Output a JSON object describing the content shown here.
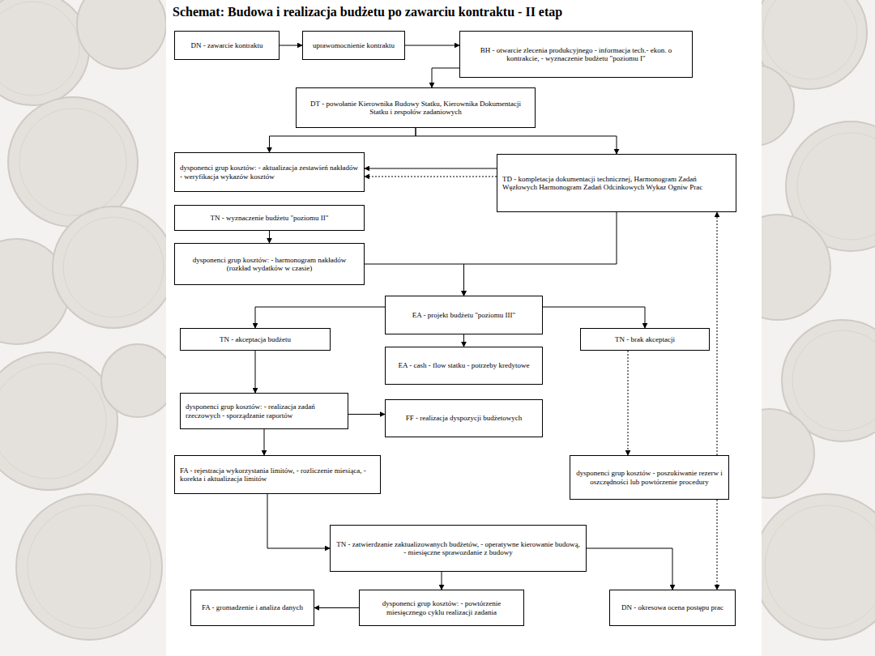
{
  "diagram": {
    "title": "Schemat: Budowa i realizacja budżetu po zawarciu kontraktu - II etap",
    "nodes": [
      {
        "text": [
          "DN - zawarcie kontraktu"
        ]
      },
      {
        "text": [
          "uprawomocnienie kontraktu"
        ]
      },
      {
        "text": [
          "BH - otwarcie zlecenia produkcyjnego - informacja tech.- ekon. o kontrakcie, - wyznaczenie budżetu \"poziomu I\""
        ]
      },
      {
        "text": [
          "DT - powołanie Kierownika Budowy Statku, Kierownika Dokumentacji Statku i zespołów zadaniowych"
        ]
      },
      {
        "text": [
          "dysponenci grup kosztów: - aktualizacja zestawień nakładów - weryfikacja wykazów kosztów"
        ]
      },
      {
        "text": [
          "TD - kompletacja dokumentacji technicznej, Harmonogram Zadań Węzłowych Harmonogram Zadań Odcinkowych Wykaz Ogniw Prac"
        ]
      },
      {
        "text": [
          "TN - wyznaczenie budżetu \"poziomu II\""
        ]
      },
      {
        "text": [
          "dysponenci grup kosztów: - harmonogram nakładów (rozkład wydatków w czasie)"
        ]
      },
      {
        "text": [
          "EA - projekt budżetu \"poziomu III\""
        ]
      },
      {
        "text": [
          "TN - akceptacja budżetu"
        ]
      },
      {
        "text": [
          "TN - brak akceptacji"
        ]
      },
      {
        "text": [
          "EA - cash - flow statku - potrzeby kredytowe"
        ]
      },
      {
        "text": [
          "dysponenci grup kosztów: - realizacja zadań rzeczowych - sporządzanie raportów"
        ]
      },
      {
        "text": [
          "FF - realizacja dyspozycji budżetowych"
        ]
      },
      {
        "text": [
          "FA - rejestracja wykorzystania limitów, - rozliczenie miesiąca, - korekta i aktualizacja limitów"
        ]
      },
      {
        "text": [
          "dysponenci grup kosztów - poszukiwanie rezerw i oszczędności lub powtórzenie procedury"
        ]
      },
      {
        "text": [
          "TN - zatwierdzanie zaktualizowanych budżetów, - operatywne kierowanie budową, - miesięczne sprawozdanie z budowy"
        ]
      },
      {
        "text": [
          "FA - gromadzenie i analiza danych"
        ]
      },
      {
        "text": [
          "dysponenci grup kosztów: - powtórzenie miesięcznego cyklu realizacji zadania"
        ]
      },
      {
        "text": [
          "DN - okresowa ocena postępu prac"
        ]
      }
    ],
    "edges": [
      {
        "from": 0,
        "to": 1,
        "arrow": "to"
      },
      {
        "from": 1,
        "to": 2,
        "arrow": "to"
      },
      {
        "from": 2,
        "to": 3,
        "arrow": "to"
      },
      {
        "from": 3,
        "to": 4,
        "arrow": "to"
      },
      {
        "from": 3,
        "to": 5,
        "arrow": "to"
      },
      {
        "from": 5,
        "to": 4,
        "arrow": "to"
      },
      {
        "from": 5,
        "to": 4,
        "arrow": "to"
      },
      {
        "from": 6,
        "to": 7,
        "arrow": "to"
      },
      {
        "from": 7,
        "to": 8,
        "arrow": "to"
      },
      {
        "from": 5,
        "to": 8,
        "arrow": "to"
      },
      {
        "from": 8,
        "to": 9,
        "arrow": "to"
      },
      {
        "from": 8,
        "to": 10,
        "arrow": "to"
      },
      {
        "from": 8,
        "to": 11,
        "arrow": "to"
      },
      {
        "from": 9,
        "to": 12,
        "arrow": "to"
      },
      {
        "from": 12,
        "to": 13,
        "arrow": "to"
      },
      {
        "from": 12,
        "to": 14,
        "arrow": "to"
      },
      {
        "from": 14,
        "to": 16,
        "arrow": "to"
      },
      {
        "from": 10,
        "to": 15,
        "arrow": "to"
      },
      {
        "from": 15,
        "to": 5,
        "arrow": "to"
      },
      {
        "from": 15,
        "to": 19,
        "arrow": "to"
      },
      {
        "from": 16,
        "to": 18,
        "arrow": "to"
      },
      {
        "from": 16,
        "to": 19,
        "arrow": "to"
      },
      {
        "from": 18,
        "to": 17,
        "arrow": "to"
      }
    ]
  }
}
